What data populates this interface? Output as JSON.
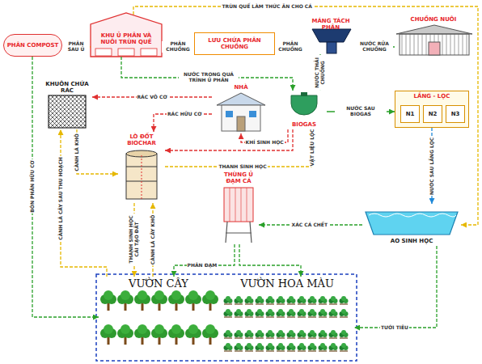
{
  "diagram": {
    "nodes": [
      {
        "text": [
          "PHÂN COMPOST"
        ]
      },
      {
        "text": [
          "KHU Ủ PHÂN VÀ NUÔI TRÙN QUẾ"
        ]
      },
      {
        "text": [
          "LƯU CHỨA PHÂN CHUỒNG"
        ]
      },
      {
        "text": [
          "MÁNG TÁCH PHÂN"
        ]
      },
      {
        "text": [
          "CHUỒNG NUÔI"
        ]
      },
      {
        "text": [
          "KHUÔN CHỨA RÁC"
        ]
      },
      {
        "text": [
          "NHÀ"
        ]
      },
      {
        "text": [
          "BIOGAS"
        ]
      },
      {
        "text": [
          "LẮNG - LỌC"
        ]
      },
      {
        "text": [
          "N1"
        ],
        "in": 8
      },
      {
        "text": [
          "N2"
        ],
        "in": 8
      },
      {
        "text": [
          "N3"
        ],
        "in": 8
      },
      {
        "text": [
          "LÒ ĐỐT BIOCHAR"
        ]
      },
      {
        "text": [
          "THÙNG Ủ ĐẠM CÁ"
        ]
      },
      {
        "text": [
          "AO SINH HỌC"
        ]
      },
      {
        "text": [
          "VƯỜN CÂY"
        ]
      },
      {
        "text": [
          "VƯỜN HOA MÀU"
        ]
      }
    ],
    "edges": [
      {
        "from": 4,
        "to": 3,
        "arrow": "to",
        "label": "NƯỚC RỬA CHUỒNG"
      },
      {
        "from": 3,
        "to": 2,
        "arrow": "to",
        "label": "PHÂN CHUỒNG"
      },
      {
        "from": 2,
        "to": 1,
        "arrow": "to",
        "label": "PHÂN CHUỒNG"
      },
      {
        "from": 1,
        "to": 0,
        "arrow": "to",
        "label": "PHÂN SAU Ủ"
      },
      {
        "from": 3,
        "to": 7,
        "arrow": "to",
        "label": "NƯỚC THẢI CHUỒNG"
      },
      {
        "from": 1,
        "to": 7,
        "arrow": "to",
        "label": "NƯỚC TRONG QUÁ TRÌNH Ủ PHÂN"
      },
      {
        "from": 1,
        "to": 14,
        "arrow": "to",
        "label": "TRÙN QUẾ LÀM THỨC ĂN CHO CÁ"
      },
      {
        "from": 7,
        "to": 8,
        "arrow": "to",
        "label": "NƯỚC SAU BIOGAS"
      },
      {
        "from": 8,
        "to": 14,
        "arrow": "to",
        "label": "NƯỚC SAU LẮNG LỌC"
      },
      {
        "from": 14,
        "to": 16,
        "arrow": "to",
        "label": "TƯỚI TIÊU"
      },
      {
        "from": 14,
        "to": 13,
        "arrow": "to",
        "label": "XÁC CÁ CHẾT"
      },
      {
        "from": 13,
        "to": 15,
        "arrow": "to",
        "label": "PHÂN ĐẠM"
      },
      {
        "from": 13,
        "to": 16,
        "arrow": "to"
      },
      {
        "from": 6,
        "to": 5,
        "arrow": "to",
        "label": "RÁC VÔ CƠ"
      },
      {
        "from": 6,
        "to": 12,
        "arrow": "to",
        "label": "RÁC HỮU CƠ"
      },
      {
        "from": 7,
        "to": 6,
        "arrow": "to",
        "label": "KHÍ SINH HỌC"
      },
      {
        "from": 7,
        "to": 12,
        "arrow": "to"
      },
      {
        "from": 12,
        "to": 7,
        "arrow": "to",
        "label": "THANH SINH HỌC"
      },
      {
        "from": 5,
        "to": 12,
        "arrow": "to",
        "label": "CÀNH LÁ KHÔ"
      },
      {
        "from": 15,
        "to": 5,
        "arrow": "to",
        "label": "CÀNH LÁ CÂY SAU THU HOẠCH"
      },
      {
        "from": 12,
        "to": 15,
        "arrow": "to",
        "label": "THANH SINH HỌC CẢI TẠO ĐẤT"
      },
      {
        "from": 15,
        "to": 12,
        "arrow": "to",
        "label": "CÀNH LÁ CÂY KHÔ"
      },
      {
        "from": 0,
        "to": 15,
        "arrow": "to",
        "label": "BÓN PHÂN HỮU CƠ"
      }
    ],
    "labels": [
      "VẬT LIỆU LỌC"
    ]
  }
}
